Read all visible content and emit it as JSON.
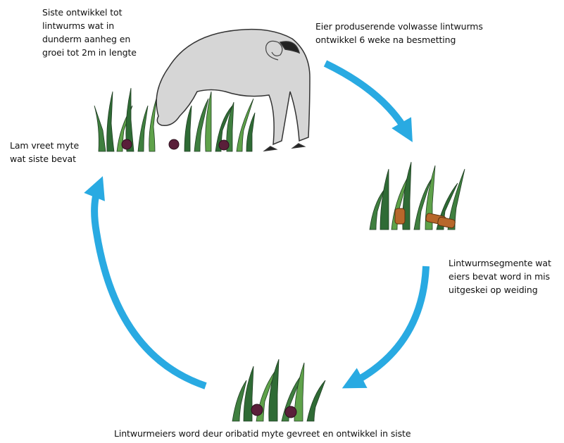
{
  "labels": {
    "cyst_development": "Siste ontwikkel tot\nlintwurms wat in\ndunderm aanheg en\ngroei tot 2m in lengte",
    "egg_production": "Eier produserende volwasse lintwurms\nontwikkel 6 weke na besmetting",
    "lamb_eats_mite": "Lam vreet myte\nwat siste bevat",
    "segments_excreted": "Lintwurmsegmente wat\neiers bevat word in mis\nuitgeskei op weiding",
    "mites_eat_eggs": "Lintwurmeiers word deur oribatid myte gevreet en ontwikkel in siste"
  },
  "colors": {
    "arrow": "#29aae2",
    "grass_dark": "#2f6b35",
    "grass_light": "#5fa24a",
    "mite": "#5a1f3a",
    "sheep": "#d6d6d6",
    "segment": "#b7672b"
  }
}
